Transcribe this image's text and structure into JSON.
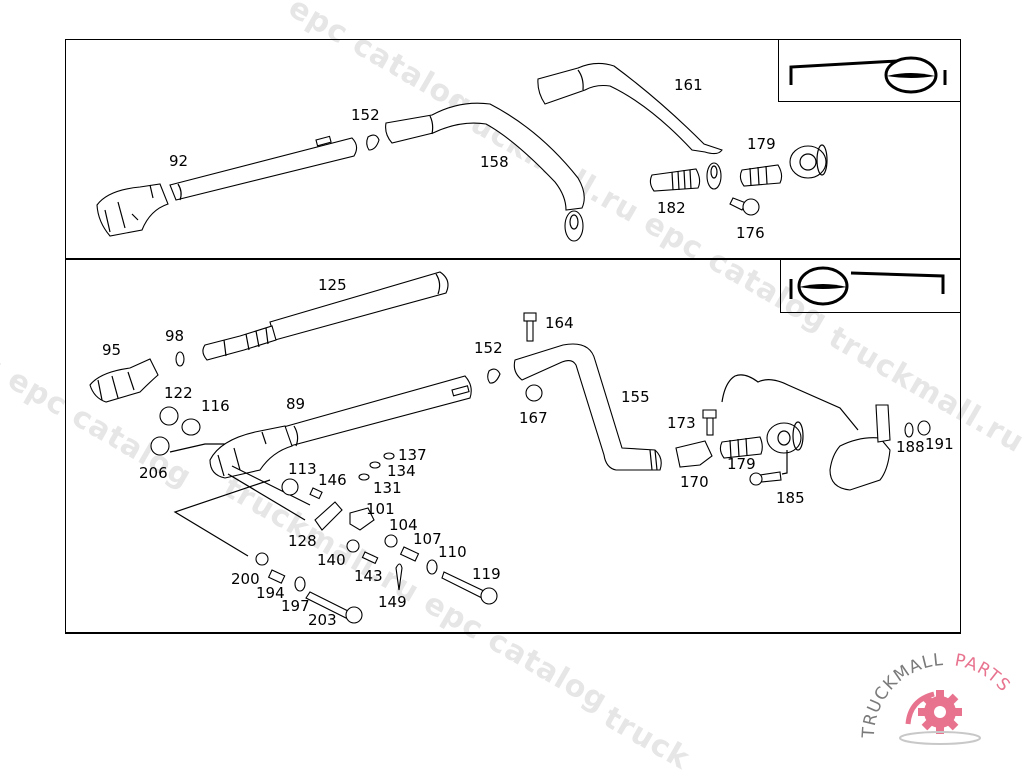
{
  "watermarks": [
    {
      "text": "epc catalog"
    },
    {
      "text": "truckmall.ru epc catalog"
    },
    {
      "text": "truckmall.ru e"
    },
    {
      "text": "u epc catalog"
    },
    {
      "text": "truckmall.ru epc catalog"
    },
    {
      "text": "truck"
    }
  ],
  "panels": {
    "top": {
      "name": "upper-steering-column-group",
      "labels": [
        {
          "id": "92",
          "text": "92"
        },
        {
          "id": "152",
          "text": "152"
        },
        {
          "id": "158",
          "text": "158"
        },
        {
          "id": "161",
          "text": "161"
        },
        {
          "id": "179",
          "text": "179"
        },
        {
          "id": "182",
          "text": "182"
        },
        {
          "id": "176",
          "text": "176"
        }
      ],
      "orientation_icon": "steering-wheel-right-icon"
    },
    "bottom": {
      "name": "lower-steering-column-group",
      "labels": [
        {
          "id": "125",
          "text": "125"
        },
        {
          "id": "98",
          "text": "98"
        },
        {
          "id": "95",
          "text": "95"
        },
        {
          "id": "122",
          "text": "122"
        },
        {
          "id": "116",
          "text": "116"
        },
        {
          "id": "89",
          "text": "89"
        },
        {
          "id": "206",
          "text": "206"
        },
        {
          "id": "152",
          "text": "152"
        },
        {
          "id": "164",
          "text": "164"
        },
        {
          "id": "167",
          "text": "167"
        },
        {
          "id": "155",
          "text": "155"
        },
        {
          "id": "137",
          "text": "137"
        },
        {
          "id": "134",
          "text": "134"
        },
        {
          "id": "131",
          "text": "131"
        },
        {
          "id": "113",
          "text": "113"
        },
        {
          "id": "146",
          "text": "146"
        },
        {
          "id": "101",
          "text": "101"
        },
        {
          "id": "104",
          "text": "104"
        },
        {
          "id": "128",
          "text": "128"
        },
        {
          "id": "107",
          "text": "107"
        },
        {
          "id": "110",
          "text": "110"
        },
        {
          "id": "140",
          "text": "140"
        },
        {
          "id": "143",
          "text": "143"
        },
        {
          "id": "119",
          "text": "119"
        },
        {
          "id": "149",
          "text": "149"
        },
        {
          "id": "200",
          "text": "200"
        },
        {
          "id": "194",
          "text": "194"
        },
        {
          "id": "197",
          "text": "197"
        },
        {
          "id": "203",
          "text": "203"
        },
        {
          "id": "173",
          "text": "173"
        },
        {
          "id": "170",
          "text": "170"
        },
        {
          "id": "179",
          "text": "179"
        },
        {
          "id": "185",
          "text": "185"
        },
        {
          "id": "188",
          "text": "188"
        },
        {
          "id": "191",
          "text": "191"
        }
      ],
      "orientation_icon": "steering-wheel-left-icon"
    }
  },
  "logo": {
    "text_primary": "TRUCKMALL",
    "text_secondary": "PARTS",
    "primary_color": "#7a7a7a",
    "accent_color": "#e8738f"
  }
}
